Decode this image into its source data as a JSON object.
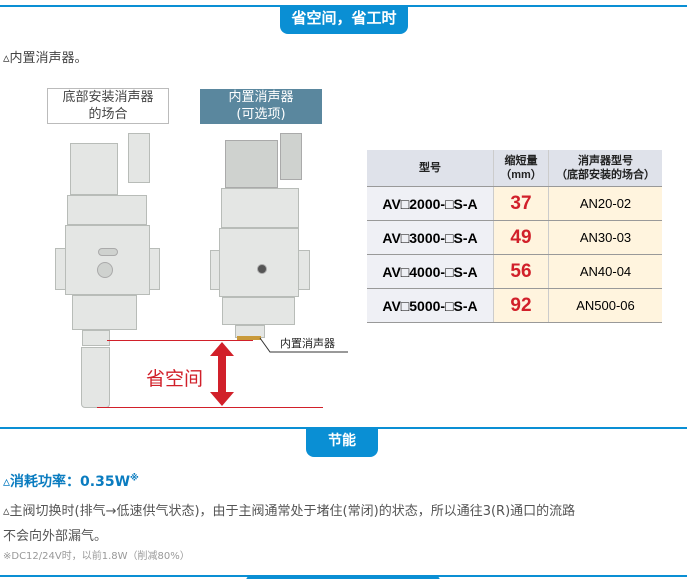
{
  "section1": {
    "tab": "省空间，省工时",
    "intro": "▵内置消声器。",
    "label_left": [
      "底部安装消声器",
      "的场合"
    ],
    "label_right": [
      "内置消声器",
      "(可选项)"
    ],
    "callout": "内置消声器",
    "space_label": "省空间"
  },
  "table": {
    "headers": [
      "型号",
      "缩短量\n（mm）",
      "消声器型号\n（底部安装的场合）"
    ],
    "rows": [
      {
        "model": "AV□2000-□S-A",
        "reduction": "37",
        "silencer": "AN20-02"
      },
      {
        "model": "AV□3000-□S-A",
        "reduction": "49",
        "silencer": "AN30-03"
      },
      {
        "model": "AV□4000-□S-A",
        "reduction": "56",
        "silencer": "AN40-04"
      },
      {
        "model": "AV□5000-□S-A",
        "reduction": "92",
        "silencer": "AN500-06"
      }
    ]
  },
  "section2": {
    "tab": "节能",
    "power_title": "▵消耗功率：0.35W",
    "power_mark": "※",
    "body1": "▵主阀切换时(排气→低速供气状态)，由于主阀通常处于堵住(常闭)的状态，所以通往3(R)通口的流路",
    "body2": "不会向外部漏气。",
    "note": "※DC12/24V时，以前1.8W（削减80%）"
  },
  "colors": {
    "accent": "#0a8fd4",
    "red": "#d1202a"
  }
}
